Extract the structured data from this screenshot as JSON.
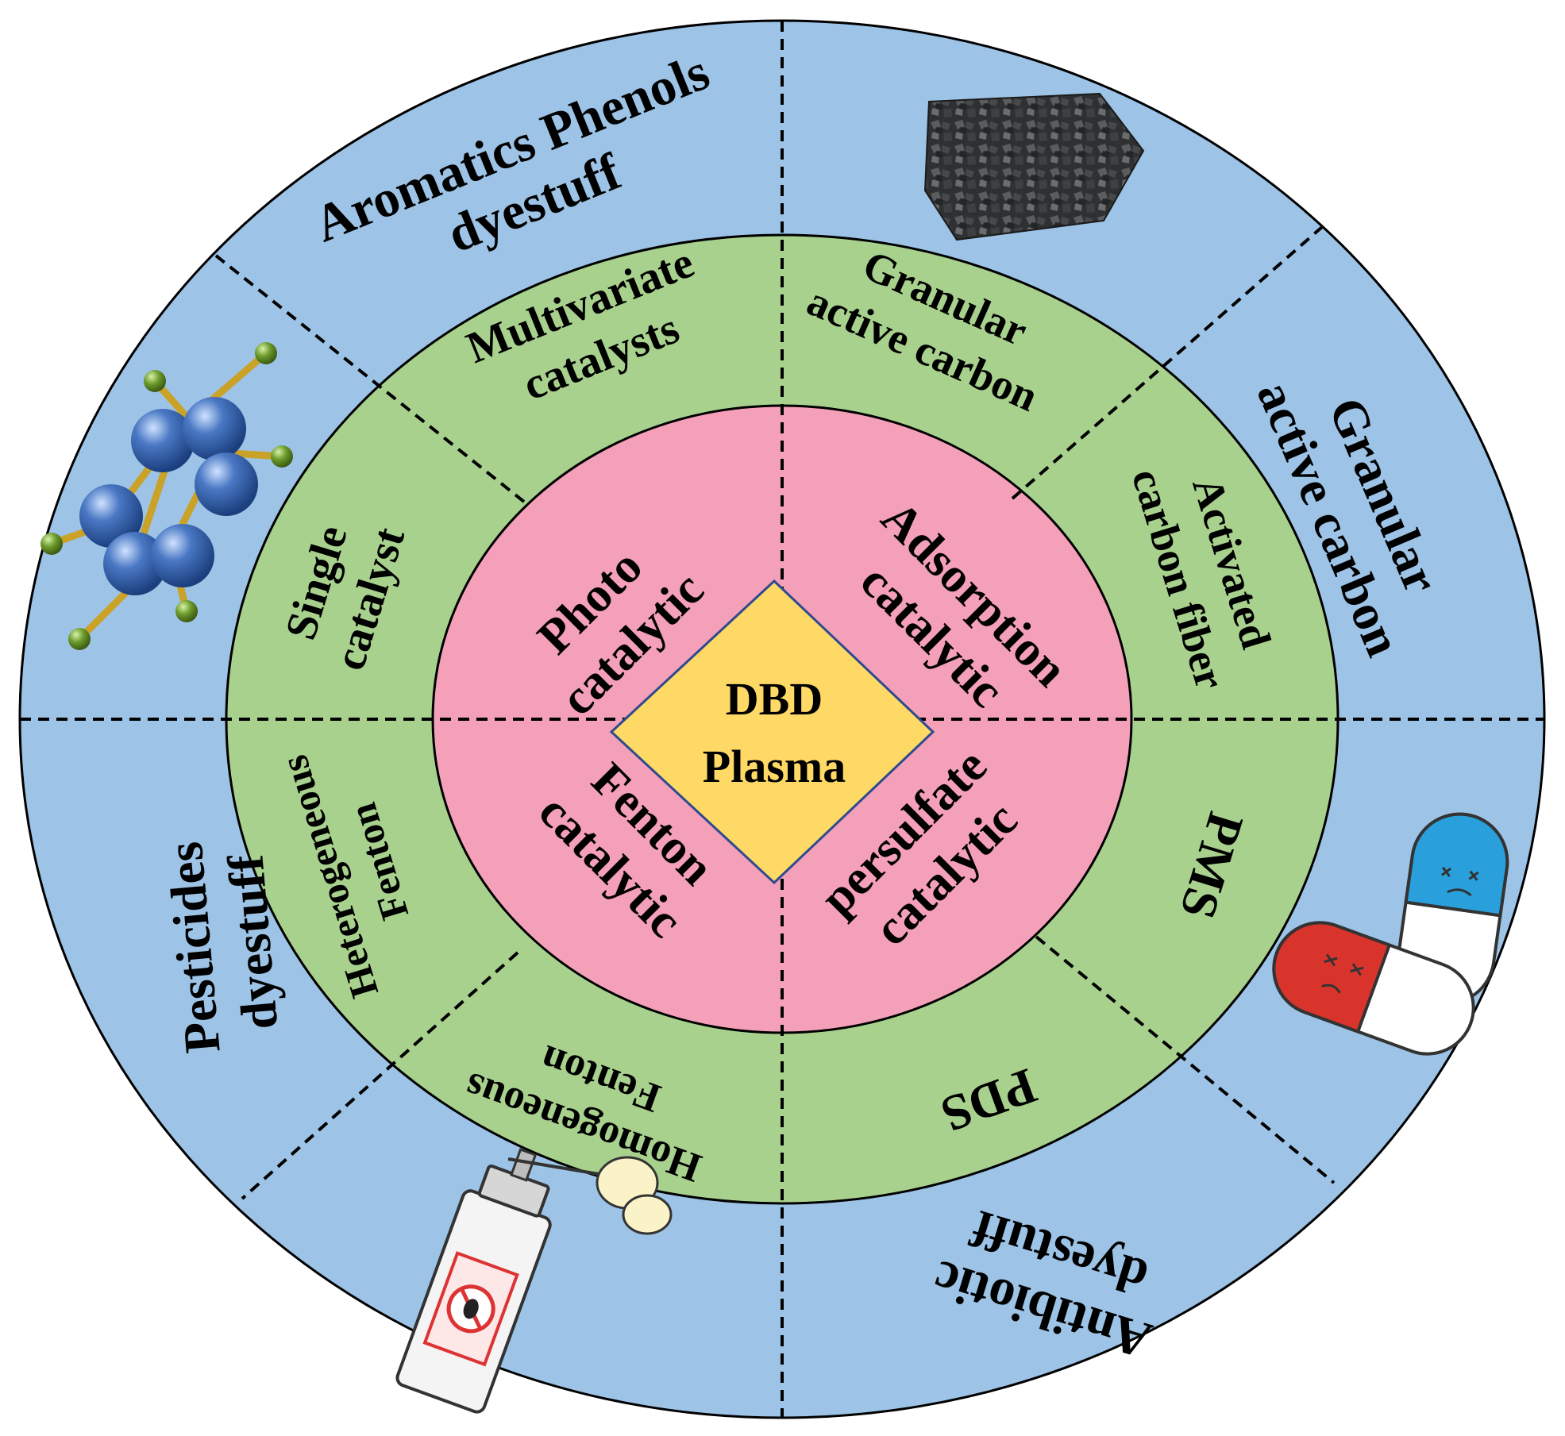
{
  "center": {
    "line1": "DBD",
    "line2": "Plasma",
    "color": "#FFD966",
    "border_color": "#2E4A8F"
  },
  "colors": {
    "outer_ring": "#9DC3E6",
    "middle_ring": "#A9D18E",
    "inner_ring": "#F4A0B9"
  },
  "inner_ring": {
    "photo": {
      "line1": "Photo",
      "line2": "catalytic"
    },
    "adsorption": {
      "line1": "Adsorption",
      "line2": "catalytic"
    },
    "fenton": {
      "line1": "Fenton",
      "line2": "catalytic"
    },
    "persulfate": {
      "line1": "persulfate",
      "line2": "catalytic"
    }
  },
  "middle_ring": {
    "multivariate": {
      "line1": "Multivariate",
      "line2": "catalysts"
    },
    "single": {
      "line1": "Single",
      "line2": "catalyst"
    },
    "granular": {
      "line1": "Granular",
      "line2": "active carbon"
    },
    "activated": {
      "line1": "Activated",
      "line2": "carbon fiber"
    },
    "pms": {
      "line1": "PMS"
    },
    "pds": {
      "line1": "PDS"
    },
    "homogeneous": {
      "line1": "Homogeneous",
      "line2": "Fenton"
    },
    "heterogeneous": {
      "line1": "Heterogeneous",
      "line2": "Fenton"
    }
  },
  "outer_ring": {
    "aromatics": {
      "line1": "Aromatics Phenols",
      "line2": "dyestuff"
    },
    "granular": {
      "line1": "Granular",
      "line2": "active carbon"
    },
    "antibiotic": {
      "line1": "Antibiotic",
      "line2": "dyestuff"
    },
    "pesticides": {
      "line1": "Pesticides",
      "line2": "dyestuff"
    }
  },
  "icons": {
    "molecule": "molecule-structure-icon",
    "carbon": "activated-carbon-granules-icon",
    "pills": "capsule-pills-icon",
    "spray": "pesticide-spray-icon"
  }
}
